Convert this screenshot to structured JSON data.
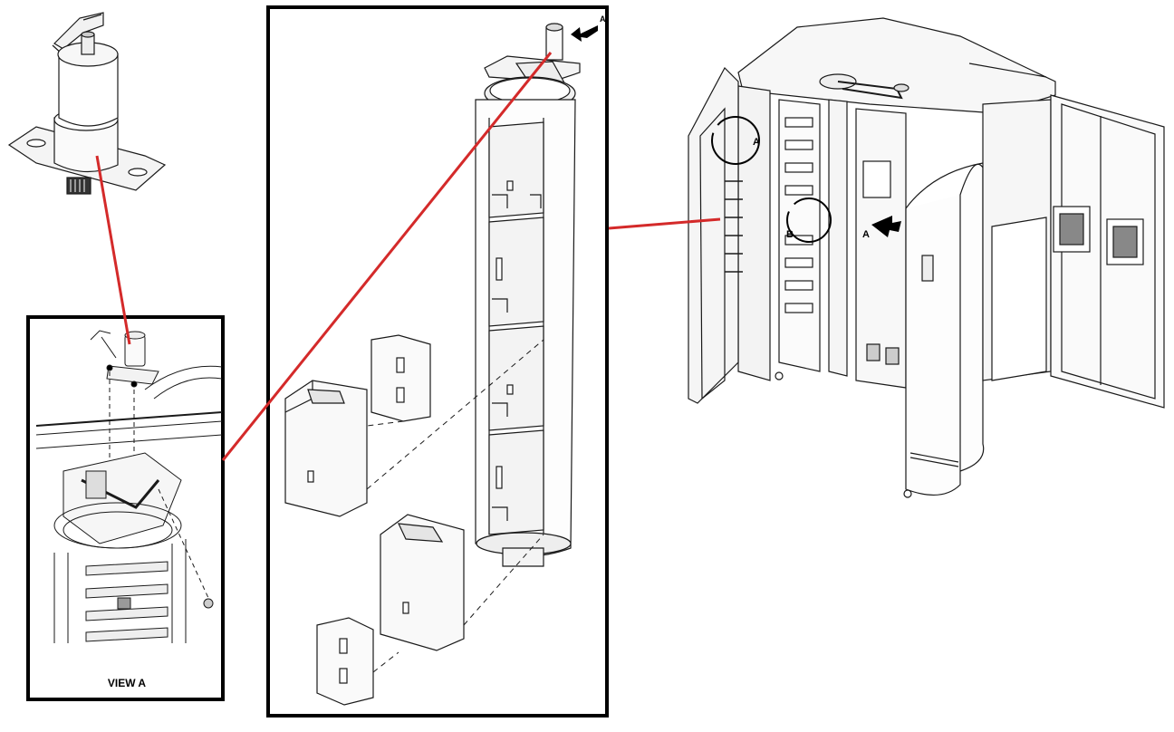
{
  "figure": {
    "view_a_caption": "VIEW A",
    "callout_a": "A",
    "callout_b": "B",
    "arrow_label_a": "A",
    "colors": {
      "leader_line": "#d42a2a",
      "frame": "#000000",
      "line_art": "#1a1a1a",
      "shade": "#e6e6e6"
    },
    "icons": {
      "motor": "motor-assembly-icon",
      "carousel": "carousel-column-icon",
      "cabinet": "cabinet-icon"
    }
  }
}
